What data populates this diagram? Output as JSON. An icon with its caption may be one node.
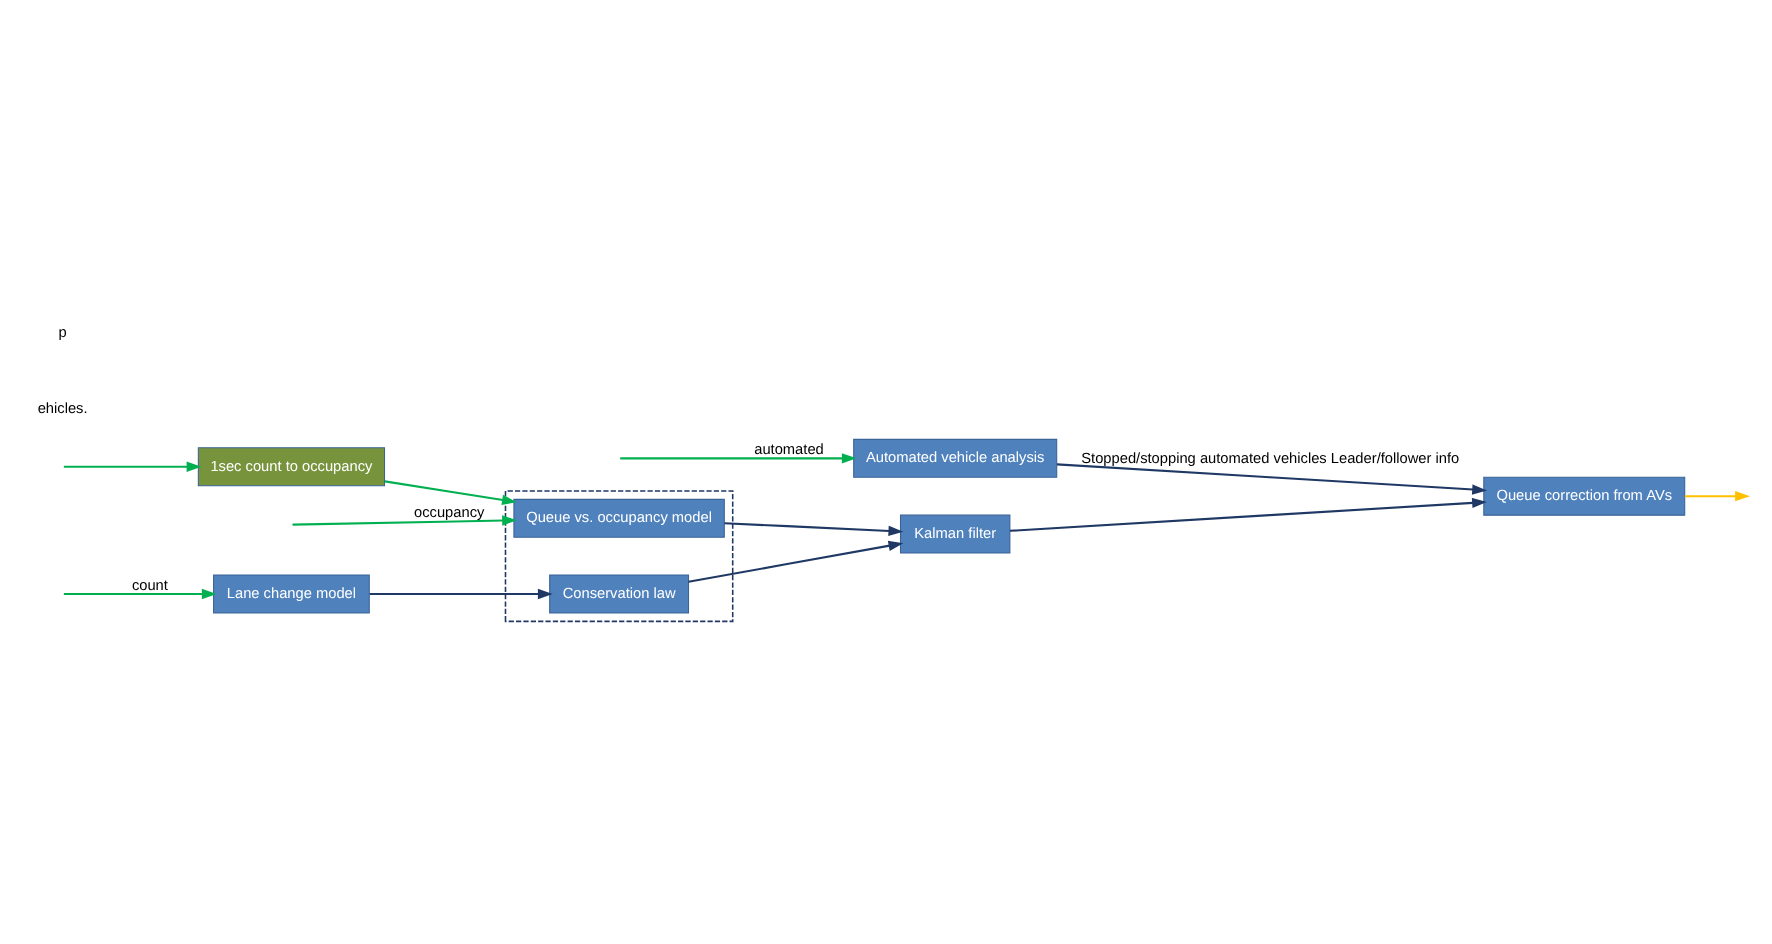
{
  "diagram": {
    "nodes": [
      {
        "text": [
          "Lane change model"
        ]
      },
      {
        "text": [],
        "shape": "box"
      },
      {
        "text": [
          "Conservation law"
        ],
        "in": 1
      },
      {
        "text": [
          "Queue vs. occupancy model"
        ],
        "in": 1
      },
      {
        "text": [
          "1sec count to occupancy"
        ]
      },
      {
        "text": [
          "Kalman filter"
        ]
      },
      {
        "text": [
          "Automated vehicle analysis"
        ]
      },
      {
        "text": [
          "Queue correction from AVs"
        ]
      }
    ],
    "edges": [
      {
        "from": null,
        "to": 0,
        "arrow": "to",
        "label": "count",
        "color": "#00b050"
      },
      {
        "from": null,
        "to": 4,
        "arrow": "to",
        "color": "#00b050"
      },
      {
        "from": null,
        "to": 3,
        "arrow": "to",
        "label": "occupancy",
        "color": "#00b050"
      },
      {
        "from": 4,
        "to": 3,
        "arrow": "to",
        "color": "#00b050"
      },
      {
        "from": 0,
        "to": 2,
        "arrow": "to",
        "color": "#1f3864"
      },
      {
        "from": 2,
        "to": 5,
        "arrow": "to",
        "color": "#1f3864"
      },
      {
        "from": 3,
        "to": 5,
        "arrow": "to",
        "color": "#1f3864"
      },
      {
        "from": 5,
        "to": 7,
        "arrow": "to",
        "color": "#1f3864"
      },
      {
        "from": null,
        "to": 6,
        "arrow": "to",
        "label": "automated",
        "color": "#00b050"
      },
      {
        "from": 6,
        "to": 7,
        "arrow": "to",
        "label": "Stopped/stopping automated vehicles Leader/follower info",
        "color": "#1f3864"
      },
      {
        "from": 7,
        "to": null,
        "arrow": "to",
        "color": "#ffc000"
      }
    ],
    "labels": [
      "ehicles.",
      "p"
    ]
  }
}
